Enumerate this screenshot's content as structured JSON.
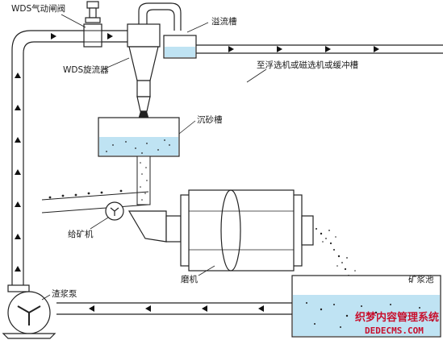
{
  "labels": {
    "valve": "WDS气动闸阀",
    "cyclone": "WDS旋流器",
    "overflow_tank": "溢流槽",
    "destination": "至浮选机或磁选机或缓冲槽",
    "sand_tank": "沉砂槽",
    "feeder": "给矿机",
    "mill": "磨机",
    "pump": "渣浆泵",
    "slurry_pool": "矿浆池"
  },
  "watermark": {
    "line1": "织梦内容管理系统",
    "line2": "DEDECMS.COM"
  },
  "colors": {
    "water": "#bfe3f3",
    "line": "#222222",
    "watermark": "#c8102e"
  }
}
